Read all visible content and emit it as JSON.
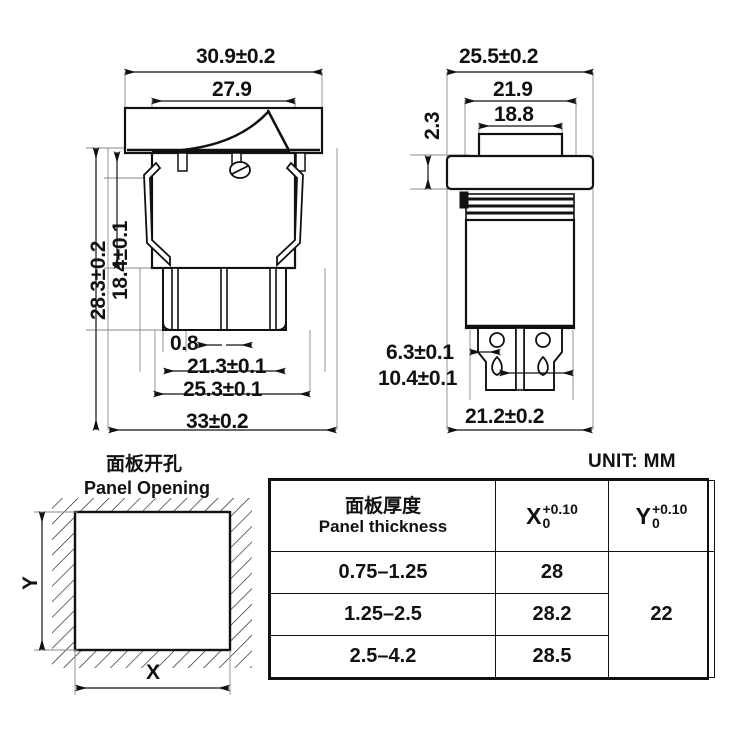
{
  "drawing": {
    "unit_note": "UNIT: MM",
    "front_view": {
      "dimensions": {
        "overall_bezel_width": "30.9±0.2",
        "rocker_width": "27.9",
        "overall_height": "28.3±0.2",
        "body_height": "18.4±0.1",
        "terminal_thickness": "0.8",
        "terminal_inner_span": "21.3±0.1",
        "body_width": "25.3±0.1",
        "bezel_outer_width": "33±0.2"
      }
    },
    "side_view": {
      "dimensions": {
        "bezel_depth": "25.5±0.2",
        "flange_width": "21.9",
        "top_width": "18.8",
        "bezel_thickness": "2.3",
        "terminal_width": "6.3±0.1",
        "terminal_spacing": "10.4±0.1",
        "terminal_overall": "21.2±0.2"
      }
    },
    "panel_opening": {
      "title_cn": "面板开孔",
      "title_en": "Panel Opening",
      "width_label": "X",
      "height_label": "Y"
    }
  },
  "spec_table": {
    "headers": {
      "col0_cn": "面板厚度",
      "col0_en": "Panel thickness",
      "col1_symbol": "X",
      "col1_tol_upper": "+0.10",
      "col1_tol_lower": "0",
      "col2_symbol": "Y",
      "col2_tol_upper": "+0.10",
      "col2_tol_lower": "0"
    },
    "rows": [
      {
        "thickness": "0.75–1.25",
        "x": "28"
      },
      {
        "thickness": "1.25–2.5",
        "x": "28.2"
      },
      {
        "thickness": "2.5–4.2",
        "x": "28.5"
      }
    ],
    "y_value": "22"
  },
  "colors": {
    "line": "#111111",
    "thin": "#7a7a7a",
    "fill": "#ffffff"
  }
}
